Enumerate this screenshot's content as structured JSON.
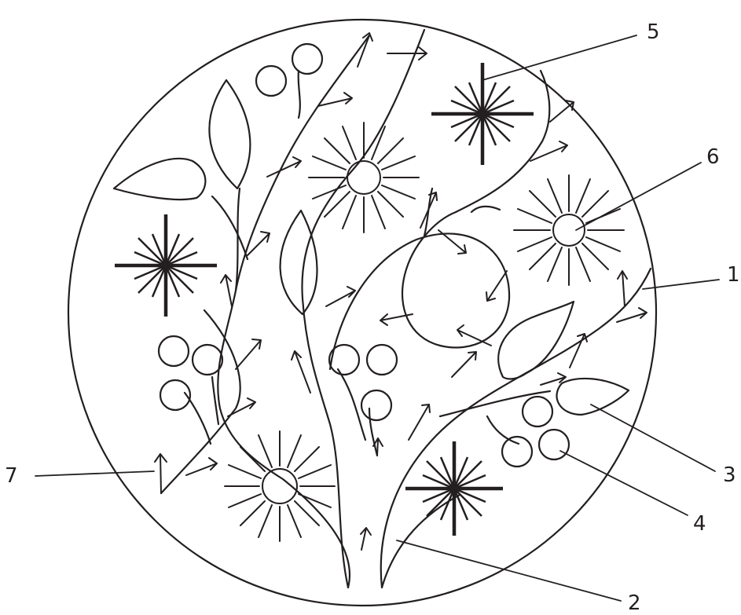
{
  "diagram": {
    "stroke_color": "#231f20",
    "background": "#ffffff",
    "callouts": [
      {
        "id": "1",
        "label": "1"
      },
      {
        "id": "2",
        "label": "2"
      },
      {
        "id": "3",
        "label": "3"
      },
      {
        "id": "4",
        "label": "4"
      },
      {
        "id": "5",
        "label": "5"
      },
      {
        "id": "6",
        "label": "6"
      },
      {
        "id": "7",
        "label": "7"
      }
    ]
  }
}
